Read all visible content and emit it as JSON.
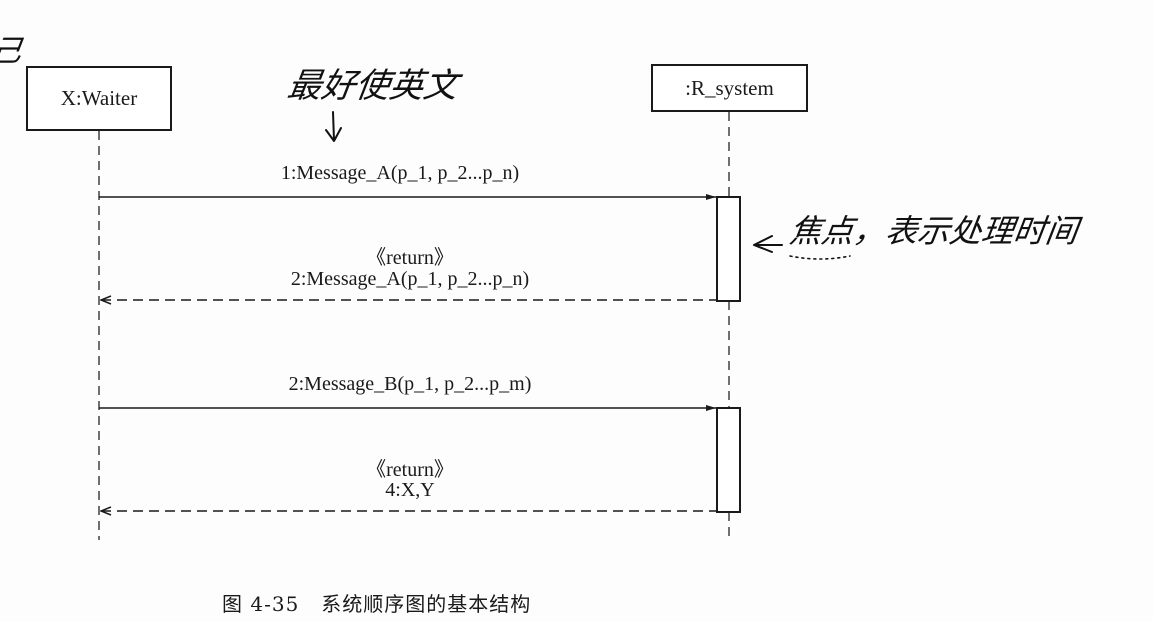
{
  "lifelines": {
    "left": {
      "label": "X:Waiter"
    },
    "right": {
      "label": ":R_system"
    }
  },
  "messages": [
    {
      "label": "1:Message_A(p_1, p_2...p_n)",
      "kind": "call"
    },
    {
      "stereotype": "《return》",
      "label": "2:Message_A(p_1, p_2...p_n)",
      "kind": "return"
    },
    {
      "label": "2:Message_B(p_1, p_2...p_m)",
      "kind": "call"
    },
    {
      "stereotype": "《return》",
      "label": "4:X,Y",
      "kind": "return"
    }
  ],
  "caption": {
    "number": "图 4-35",
    "title": "系统顺序图的基本结构"
  },
  "annotations": {
    "top": "最好使英文",
    "right": "焦点，表示处理时间",
    "corner": "己"
  }
}
